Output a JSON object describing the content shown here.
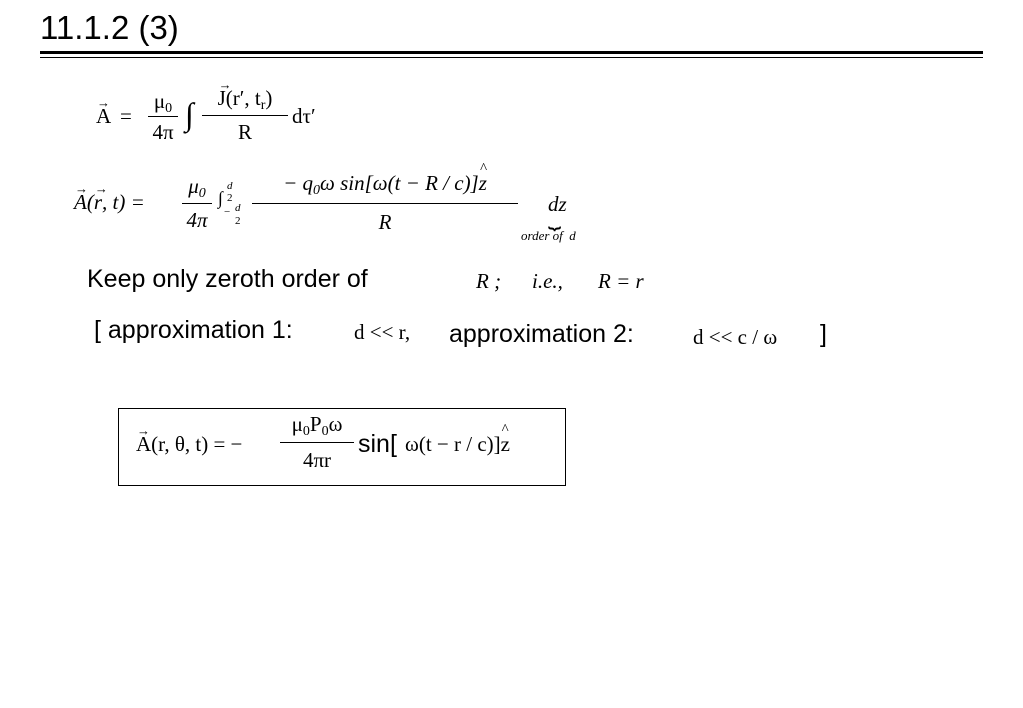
{
  "slide": {
    "title": "11.1.2 (3)"
  },
  "eq1": {
    "lhs": "A",
    "equals": "=",
    "coef_num_sym": "μ",
    "coef_num_sub": "0",
    "coef_den": "4π",
    "integral": "∫",
    "frac_num_vec": "J",
    "frac_num_args": "(r′, t",
    "frac_num_sub": "r",
    "frac_num_close": ")",
    "frac_den": "R",
    "tail": "dτ′"
  },
  "eq2": {
    "lhs_vec_A": "A",
    "lhs_open": "(",
    "lhs_vec_r": "r",
    "lhs_rest": ", t) =",
    "coef_num_sym": "μ",
    "coef_num_sub": "0",
    "coef_den": "4π",
    "integral": "∫",
    "upper_num": "d",
    "upper_den": "2",
    "lower_sign": "−",
    "lower_num": "d",
    "lower_den": "2",
    "frac_num_pre": "− q",
    "frac_num_sub": "0",
    "frac_num_mid": "ω sin[ω(t − R / c)]",
    "frac_num_hat": "z",
    "frac_den": "R",
    "dz": "dz",
    "brace": "⏟",
    "order_label": "order of  d"
  },
  "line3": {
    "text": "Keep only zeroth order of",
    "math1": "R ;",
    "math2": "i.e.,",
    "math3": "R = r"
  },
  "line4": {
    "open": "[ approximation 1:",
    "cond1": "d << r,",
    "mid": "approximation 2:",
    "cond2": "d << c / ω",
    "close": "]"
  },
  "result": {
    "lhs_vec": "A",
    "lhs_rest": "(r, θ, t) = −",
    "num_mu": "μ",
    "num_sub0": "0",
    "num_P": "P",
    "num_sub0b": "0",
    "num_omega": "ω",
    "den": "4πr",
    "sin_text": "sin[",
    "sin_arg": "ω(t − r / c)]",
    "hat": "z"
  }
}
